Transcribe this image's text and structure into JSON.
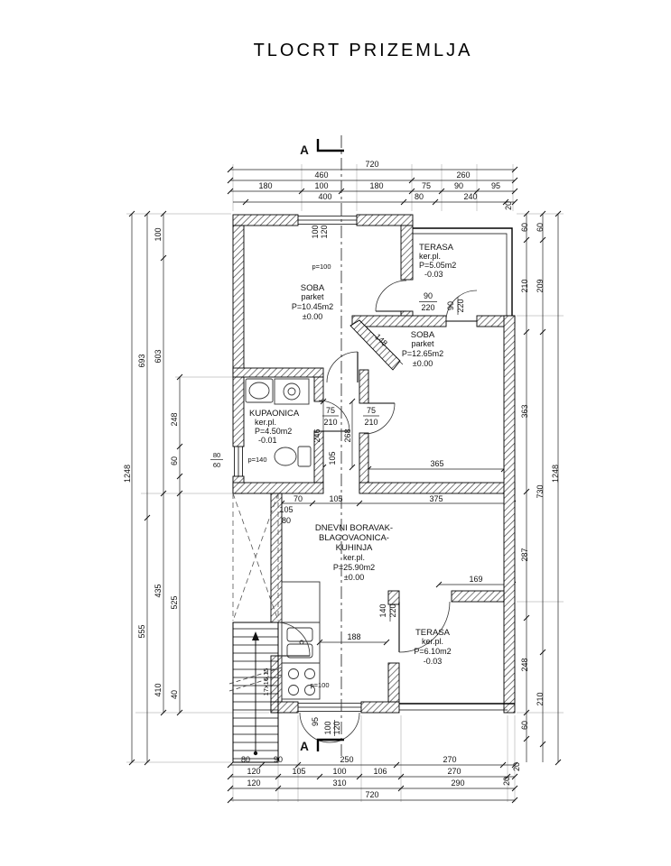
{
  "title": "TLOCRT PRIZEMLJA",
  "section_marker": "A",
  "stairs_label": "17x16,15",
  "rooms": {
    "terasa_top": {
      "name": "TERASA",
      "floor": "ker.pl.",
      "area": "P=5.05m2",
      "level": "-0.03"
    },
    "soba_top": {
      "name": "SOBA",
      "floor": "parket",
      "area": "P=10.45m2",
      "level": "±0.00"
    },
    "soba_right": {
      "name": "SOBA",
      "floor": "parket",
      "area": "P=12.65m2",
      "level": "±0.00"
    },
    "kupaonica": {
      "name": "KUPAONICA",
      "floor": "ker.pl.",
      "area": "P=4.50m2",
      "level": "-0.01"
    },
    "dnevni": {
      "line1": "DNEVNI BORAVAK-",
      "line2": "BLAGOVAONICA-",
      "line3": "KUHINJA",
      "floor": "ker.pl.",
      "area": "P=25.90m2",
      "level": "±0.00"
    },
    "terasa_bottom": {
      "name": "TERASA",
      "floor": "ker.pl.",
      "area": "P=6.10m2",
      "level": "-0.03"
    }
  },
  "openings": {
    "win_top": {
      "w": "100",
      "h": "120",
      "parapet": "p=100"
    },
    "door_terrace1": {
      "w": "90",
      "h": "220"
    },
    "door_terrace2": {
      "w": "90",
      "h": "220"
    },
    "door_bath": {
      "w": "75",
      "h": "210"
    },
    "door_soba": {
      "w": "75",
      "h": "210"
    },
    "door_terrace_bottom": {
      "w": "140",
      "h": "220"
    },
    "win_bottom": {
      "w": "100",
      "h": "120",
      "parapet": "p=100"
    },
    "win_bath": {
      "w": "80",
      "h": "60",
      "parapet": "p=140"
    }
  },
  "dims": {
    "top": {
      "r1": [
        "720"
      ],
      "r2": [
        "460",
        "260"
      ],
      "r3": [
        "180",
        "100",
        "180",
        "75",
        "90",
        "95"
      ],
      "r4": [
        "400",
        "80",
        "240",
        "20"
      ]
    },
    "bottom": {
      "r1": [
        "80",
        "90",
        "250",
        "270",
        "20"
      ],
      "r2": [
        "120",
        "105",
        "100",
        "106",
        "270",
        "20"
      ],
      "r3": [
        "120",
        "310",
        "290"
      ],
      "r4": [
        "720"
      ]
    },
    "left": {
      "c1": [
        "1248"
      ],
      "c2": [
        "693",
        "555"
      ],
      "c3": [
        "100",
        "603",
        "435",
        "410"
      ],
      "c4": [
        "248",
        "60",
        "525",
        "40"
      ]
    },
    "right": {
      "c1": [
        "60",
        "210",
        "363",
        "287",
        "248",
        "60"
      ],
      "c2": [
        "60",
        "209",
        "730",
        "210"
      ],
      "c3": [
        "1248"
      ]
    },
    "interior": {
      "diag": "148",
      "corr_a": "246",
      "corr_b": "268",
      "corr_c": "105",
      "soba_w": "365",
      "liv_w": "375",
      "seg70": "70",
      "seg105": "105",
      "ter_w": "169",
      "kitchen": "188",
      "niche105": "105",
      "niche80": "80",
      "step95": "95"
    }
  }
}
